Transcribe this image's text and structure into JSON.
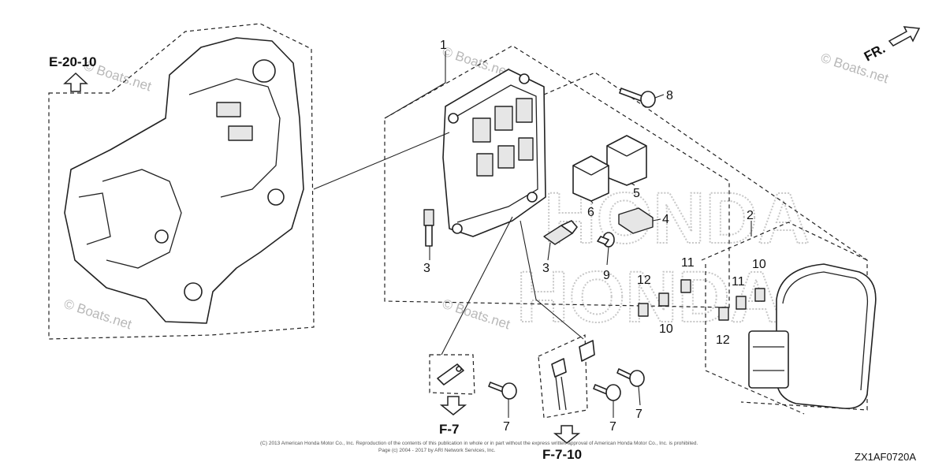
{
  "references": {
    "e_20_10": "E-20-10",
    "f_7": "F-7",
    "f_7_10": "F-7-10",
    "fr": "FR."
  },
  "diagram_code": "ZX1AF0720A",
  "watermark": {
    "brand_top": "HONDA",
    "brand_bottom": "HONDA",
    "boats_1": "© Boats.net",
    "boats_2": "© Boats.net",
    "boats_3": "© Boats.net",
    "boats_4": "© Boats.net",
    "boats_5": "© Boats.net"
  },
  "copyright": {
    "line1": "(C) 2013 American Honda Motor Co., Inc. Reproduction of the contents of this publication in whole or in part without the express written approval of American Honda Motor Co., Inc. is prohibited.",
    "line2": "Page (c) 2004 - 2017 by ARI Network Services, Inc."
  },
  "callouts": {
    "c1": "1",
    "c2": "2",
    "c3a": "3",
    "c3b": "3",
    "c4": "4",
    "c5": "5",
    "c6": "6",
    "c7a": "7",
    "c7b": "7",
    "c7c": "7",
    "c8": "8",
    "c9": "9",
    "c10a": "10",
    "c10b": "10",
    "c11a": "11",
    "c11b": "11",
    "c12a": "12",
    "c12b": "12"
  }
}
